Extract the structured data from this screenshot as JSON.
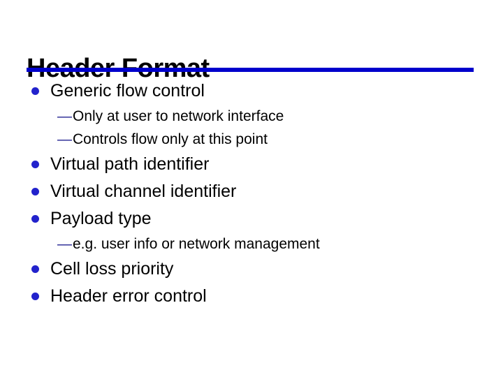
{
  "slide": {
    "title": "Header Format",
    "glyphs": {
      "dash": "—"
    },
    "colors": {
      "rule": "#0000CC",
      "bullet_dot": "#2222CC",
      "dash": "#202090",
      "title": "#000000",
      "body_text": "#000000",
      "background": "#FFFFFF"
    },
    "bullets": [
      {
        "level": 1,
        "text": "Generic flow control"
      },
      {
        "level": 2,
        "text": "Only at user to network interface"
      },
      {
        "level": 2,
        "text": "Controls flow only at this point"
      },
      {
        "level": 1,
        "text": "Virtual path identifier"
      },
      {
        "level": 1,
        "text": "Virtual channel identifier"
      },
      {
        "level": 1,
        "text": "Payload type"
      },
      {
        "level": 2,
        "text": "e.g. user info or network management"
      },
      {
        "level": 1,
        "text": "Cell loss priority"
      },
      {
        "level": 1,
        "text": "Header error control"
      }
    ]
  }
}
